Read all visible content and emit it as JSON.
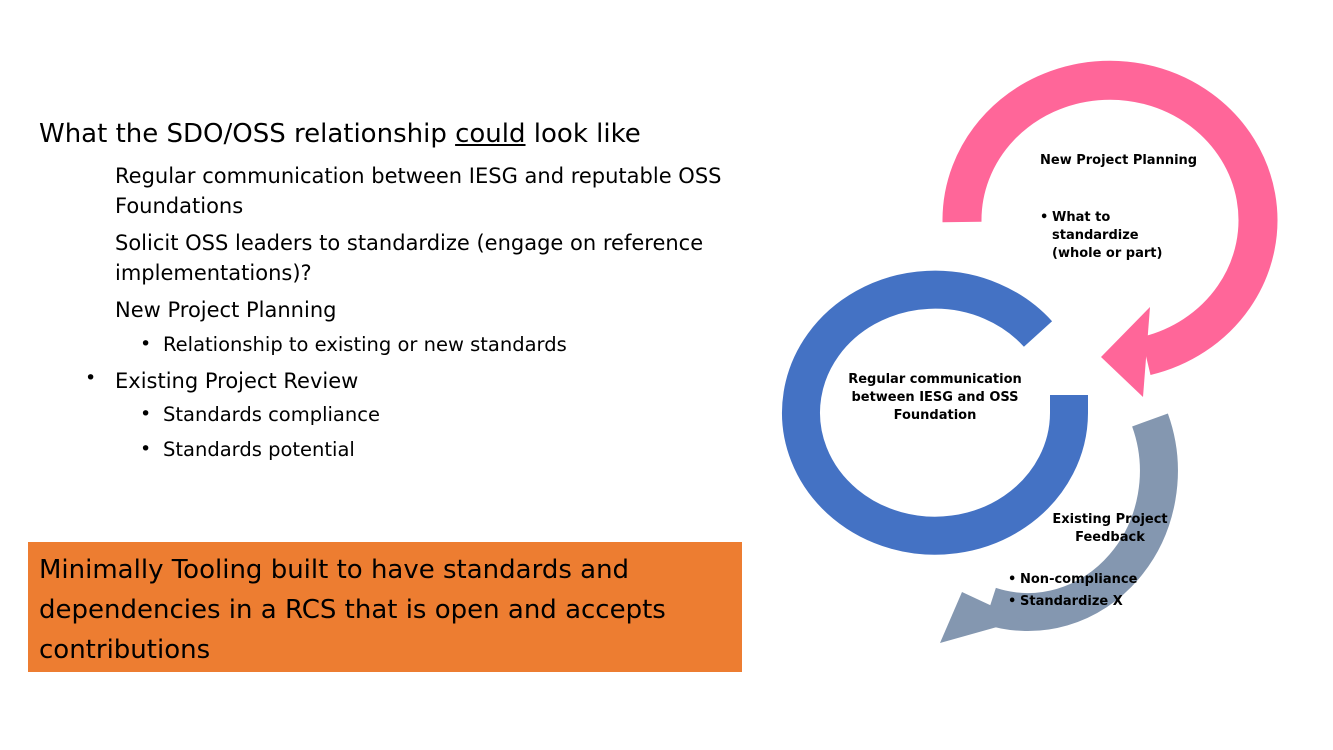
{
  "title": {
    "before": "What the SDO/OSS relationship ",
    "underlined": "could",
    "after": " look like"
  },
  "items": [
    "Regular communication between IESG and reputable OSS Foundations",
    "Solicit OSS leaders to standardize (engage on reference implementations)?",
    "New Project Planning",
    "Relationship to existing or new standards",
    "Existing Project Review",
    "Standards compliance",
    "Standards potential"
  ],
  "bullet": "•",
  "callout": "Minimally Tooling built to have standards and dependencies in a RCS that is open and accepts contributions",
  "diagram": {
    "planning": {
      "title": "New Project Planning",
      "bullet": "What to standardize (whole or part)"
    },
    "center": "Regular communication between IESG and OSS Foundation",
    "feedback": {
      "title": "Existing Project Feedback",
      "bullets": [
        "Non-compliance",
        "Standardize X"
      ]
    },
    "colors": {
      "pink": "#FF6699",
      "blue": "#4472C4",
      "gray": "#8497B0",
      "orange": "#ED7D31"
    }
  }
}
